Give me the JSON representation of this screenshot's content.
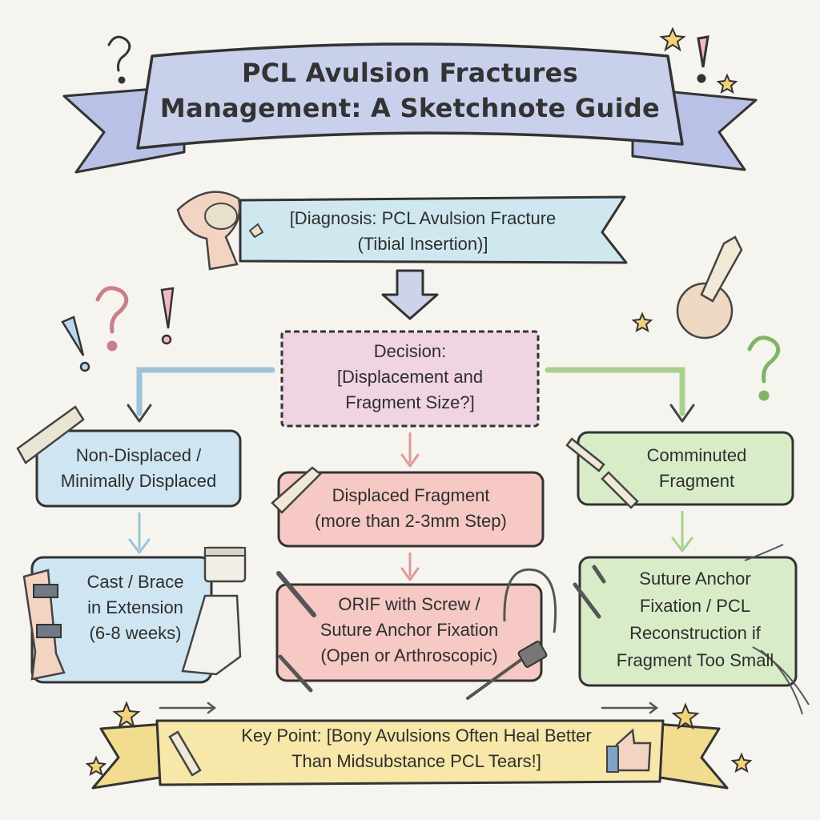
{
  "title": {
    "line1": "PCL Avulsion Fractures",
    "line2": "Management: A Sketchnote Guide"
  },
  "diagnosis": {
    "line1": "[Diagnosis: PCL Avulsion Fracture",
    "line2": "(Tibial Insertion)]"
  },
  "decision": {
    "line1": "Decision:",
    "line2": "[Displacement and",
    "line3": "Fragment Size?]"
  },
  "branches": {
    "left": {
      "line1": "Non-Displaced /",
      "line2": "Minimally Displaced"
    },
    "center": {
      "line1": "Displaced Fragment",
      "line2": "(more than 2-3mm Step)"
    },
    "right": {
      "line1": "Comminuted",
      "line2": "Fragment"
    }
  },
  "treatments": {
    "left": {
      "line1": "Cast / Brace",
      "line2": "in Extension",
      "line3": "(6-8 weeks)"
    },
    "center": {
      "line1": "ORIF with Screw /",
      "line2": "Suture Anchor Fixation",
      "line3": "(Open or Arthroscopic)"
    },
    "right": {
      "line1": "Suture Anchor",
      "line2": "Fixation / PCL",
      "line3": "Reconstruction if",
      "line4": "Fragment Too Small"
    }
  },
  "key_point": {
    "line1": "Key Point: [Bony Avulsions Often Heal Better",
    "line2": "Than Midsubstance PCL Tears!]"
  },
  "colors": {
    "banner": "#c9d0ec",
    "diagnosis": "#cfe8f0",
    "decision": "#f0d4e4",
    "left": "#cfe6f2",
    "center": "#f6c9c4",
    "right": "#d9ecc8",
    "key_point": "#f7e7a8",
    "arrow_left": "#9cc3d8",
    "arrow_center": "#e09a9a",
    "arrow_right": "#a9d08d"
  }
}
